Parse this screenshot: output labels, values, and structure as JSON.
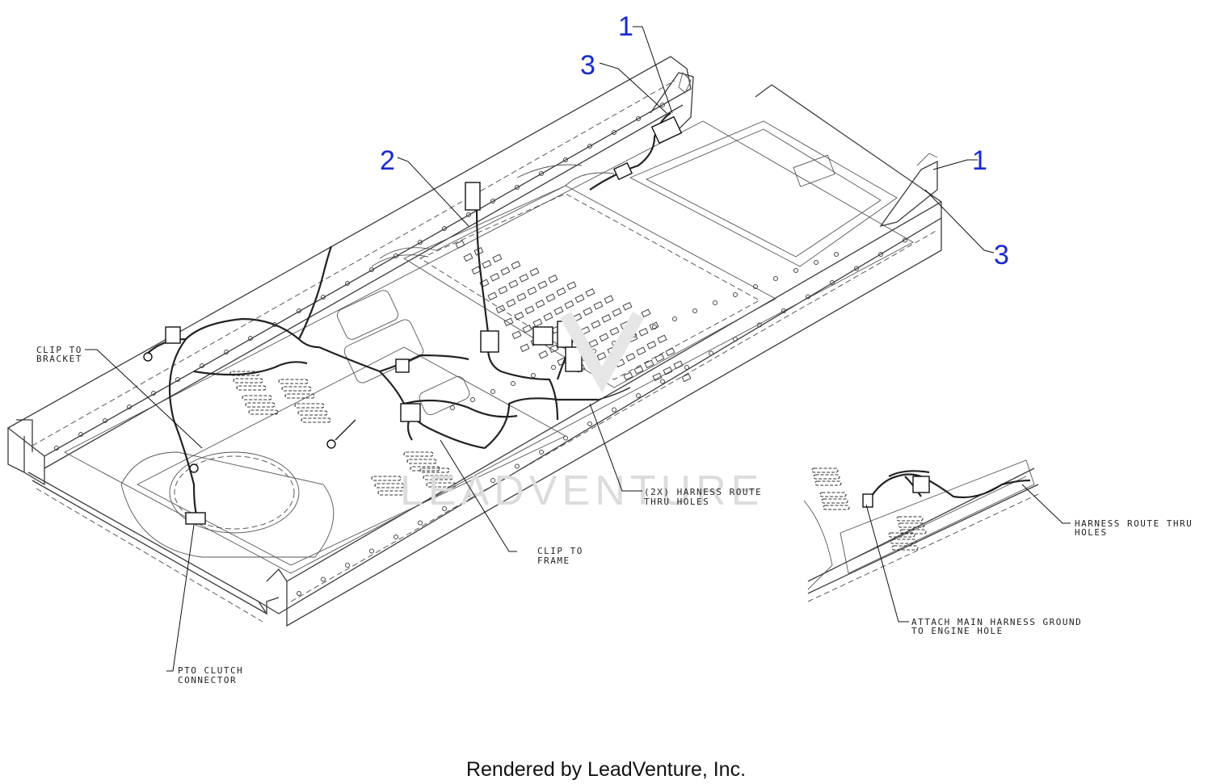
{
  "callouts": {
    "c1a": "1",
    "c3a": "3",
    "c2": "2",
    "c1b": "1",
    "c3b": "3"
  },
  "notes": {
    "clip_bracket": [
      "CLIP TO",
      "BRACKET"
    ],
    "harness_route_2x": [
      "(2X) HARNESS ROUTE",
      "THRU HOLES"
    ],
    "clip_frame": [
      "CLIP TO",
      "FRAME"
    ],
    "pto_clutch": [
      "PTO CLUTCH",
      "CONNECTOR"
    ],
    "harness_route": [
      "HARNESS ROUTE THRU",
      "HOLES"
    ],
    "attach_ground": [
      "ATTACH MAIN HARNESS GROUND",
      "TO ENGINE HOLE"
    ]
  },
  "watermark": "LEADVENTURE",
  "footer": "Rendered by LeadVenture, Inc.",
  "colors": {
    "callout": "#1a2ad0",
    "line": "#222222"
  }
}
